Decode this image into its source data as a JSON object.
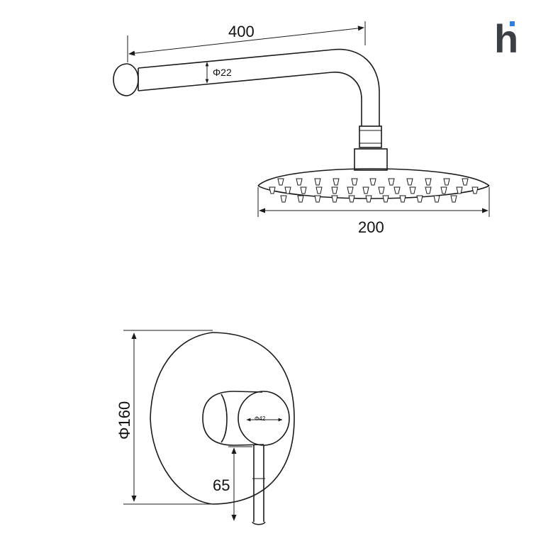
{
  "logo": {
    "letter": "h",
    "accent_color": "#2f7fe0",
    "letter_color": "#3c3f44"
  },
  "shower_arm": {
    "length_label": "400",
    "diameter_label": "Φ22"
  },
  "shower_head": {
    "width_label": "200"
  },
  "mixer": {
    "plate_diameter_label": "Φ160",
    "handle_diameter_label": "Φ42",
    "lever_length_label": "65"
  },
  "colors": {
    "line": "#1a1a1a",
    "background": "#ffffff"
  }
}
